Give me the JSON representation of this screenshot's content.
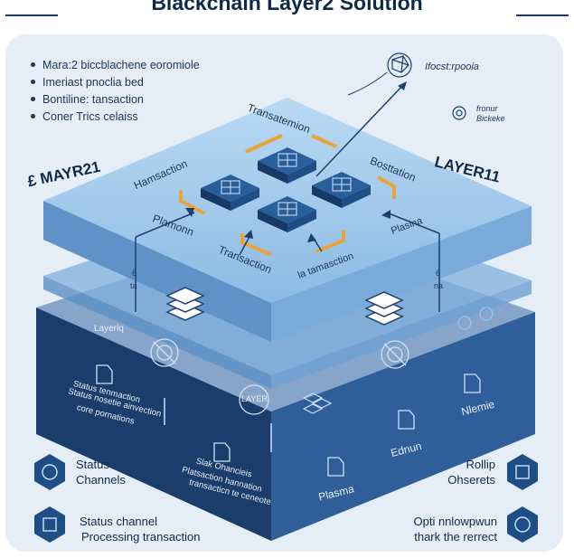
{
  "title": "Blackchain Layer2 Solution",
  "bullets": [
    "Mara:2 biccblachene eoromiole",
    "Imeriast pnoclia bed",
    "Bontiline: tansaction",
    "Coner Trics celaiss"
  ],
  "top_right": {
    "label_1": "Ifocst:rpooia",
    "label_2": "fronur",
    "label_3": "Bickeke"
  },
  "top_slab": {
    "left_title": "£ MAYR21",
    "right_title": "LAYER11",
    "labels": {
      "top": "Transatemion",
      "left": "Hamsaction",
      "right": "Bosttation",
      "plamonn": "Plamonn",
      "plasina": "Plasina",
      "transaction": "Transaction",
      "bottom_right": "la tamasction"
    },
    "side_marks": {
      "left_a": "6",
      "left_b": "ta",
      "right_a": "6",
      "right_b": "na"
    }
  },
  "dark_slab": {
    "layer_label": "Layerlq",
    "center_badge": "LAYER",
    "left_stack_lines": [
      "Status tenmaction",
      "Status nosetie ainvection",
      "core pornations"
    ],
    "center_stack_lines": [
      "Slak Ohancieis",
      "Platsaction hannation",
      "transacticn te ceneote"
    ],
    "icons": {
      "mid_left": "Ednun",
      "mid_right": "Nlemie",
      "bottom": "Plasma"
    }
  },
  "bottom": {
    "left_1": [
      "Status",
      "Channels"
    ],
    "left_2": [
      "Status channel",
      "Processing transaction"
    ],
    "right_1": [
      "Rollip",
      "Ohserets"
    ],
    "right_2": [
      "Opti nnlowpwun",
      "thark the rerrect"
    ]
  },
  "colors": {
    "navy": "#1d3f6e",
    "top_slab": "#8fbde6",
    "top_slab_light": "#b4d6f2",
    "dark_slab": "#2a5287",
    "accent_orange": "#e8a33b",
    "chip": "#1f4e86"
  },
  "icon_names": [
    "network-icon",
    "chip-icon",
    "document-icon",
    "layers-icon",
    "cube-icon",
    "shield-icon",
    "target-icon"
  ]
}
